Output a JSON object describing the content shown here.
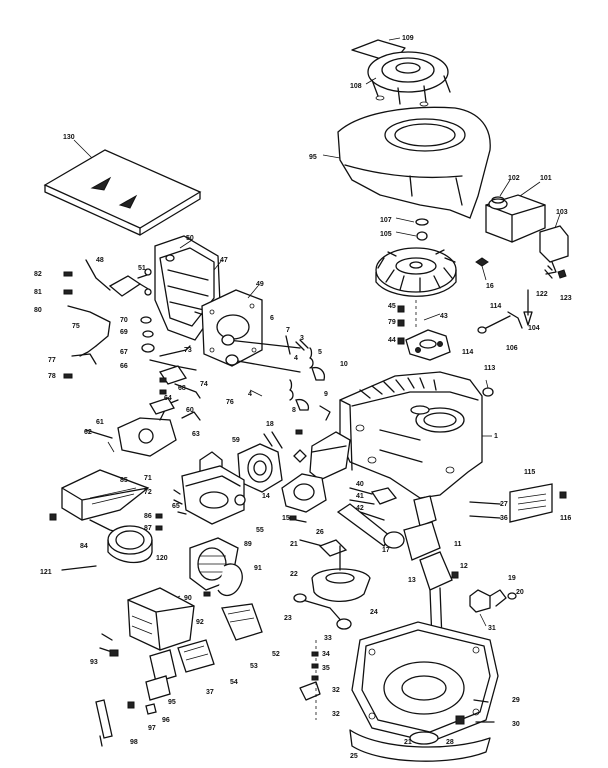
{
  "labels": {
    "l109": "109",
    "l108": "108",
    "l130": "130",
    "l95": "95",
    "l102": "102",
    "l101": "101",
    "l107": "107",
    "l103": "103",
    "l105": "105",
    "l50": "50",
    "l47": "47",
    "l49": "49",
    "l48": "48",
    "l82": "82",
    "l51": "51",
    "l81": "81",
    "l80": "80",
    "l16": "16",
    "l122": "122",
    "l123": "123",
    "l45": "45",
    "l79": "79",
    "l43": "43",
    "l114": "114",
    "l104": "104",
    "l44": "44",
    "l106": "106",
    "l70": "70",
    "l69": "69",
    "l67": "67",
    "l66": "66",
    "l77": "77",
    "l78": "78",
    "l73": "73",
    "l74": "74",
    "l75": "75",
    "l64": "64",
    "l68": "68",
    "l76": "76",
    "l6": "6",
    "l7": "7",
    "l3": "3",
    "l4": "4",
    "l5": "5",
    "l9": "9",
    "l10": "10",
    "l8": "8",
    "l113": "113",
    "l61": "61",
    "l62": "62",
    "l63": "63",
    "l60": "60",
    "l18": "18",
    "l1": "1",
    "l71": "71",
    "l72": "72",
    "l65": "65",
    "l86": "86",
    "l87": "87",
    "l55": "55",
    "l59": "59",
    "l14": "14",
    "l40": "40",
    "l41": "41",
    "l42": "42",
    "l115": "115",
    "l27": "27",
    "l36": "36",
    "l116": "116",
    "l85": "85",
    "l84": "84",
    "l120": "120",
    "l121": "121",
    "l89": "89",
    "l91": "91",
    "l15": "15",
    "l26": "26",
    "l17": "17",
    "l11": "11",
    "l21": "21",
    "l22": "22",
    "l13": "13",
    "l12": "12",
    "l19": "19",
    "l20": "20",
    "l90": "90",
    "l92": "92",
    "l93": "93",
    "l53": "53",
    "l54": "54",
    "l24": "24",
    "l23": "23",
    "l31": "31",
    "l33": "33",
    "l34": "34",
    "l35": "35",
    "l32": "32",
    "l37": "37",
    "l96": "96",
    "l97": "97",
    "l98": "98",
    "l29": "29",
    "l30": "30",
    "l25": "25",
    "l28": "28"
  }
}
